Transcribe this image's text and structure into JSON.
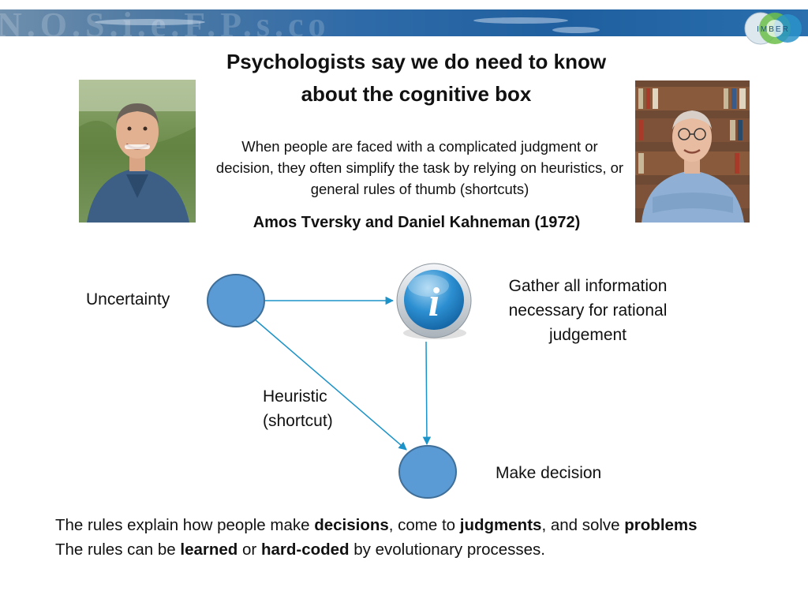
{
  "slide": {
    "title_lines": [
      "Psychologists say we do need to know",
      "about the cognitive box"
    ],
    "quote": "When people are faced with a complicated judgment or decision, they often simplify the task by relying on heuristics, or general rules of thumb (shortcuts)",
    "authors": "Amos Tversky and Daniel Kahneman (1972)"
  },
  "banner": {
    "watermark": "N.O.S.i.e.F.P.s.co",
    "logo_text": "IMBER"
  },
  "diagram": {
    "uncertainty_label": "Uncertainty",
    "gather_label": "Gather all information necessary for rational judgement",
    "heuristic_label_line1": "Heuristic",
    "heuristic_label_line2": "(shortcut)",
    "decision_label": "Make decision",
    "info_icon_glyph": "i",
    "node_color": "#5b9bd5",
    "node_stroke": "#3f6f99",
    "arrow_color": "#1c93c8"
  },
  "footer": {
    "line1": {
      "prefix": "The rules explain how people make ",
      "bold1": "decisions",
      "mid1": ", come to ",
      "bold2": "judgments",
      "mid2": ", and solve ",
      "bold3": "problems"
    },
    "line2": {
      "prefix": "The rules can be ",
      "bold1": "learned",
      "mid1": " or ",
      "bold2": "hard-coded",
      "suffix": " by evolutionary processes."
    }
  }
}
